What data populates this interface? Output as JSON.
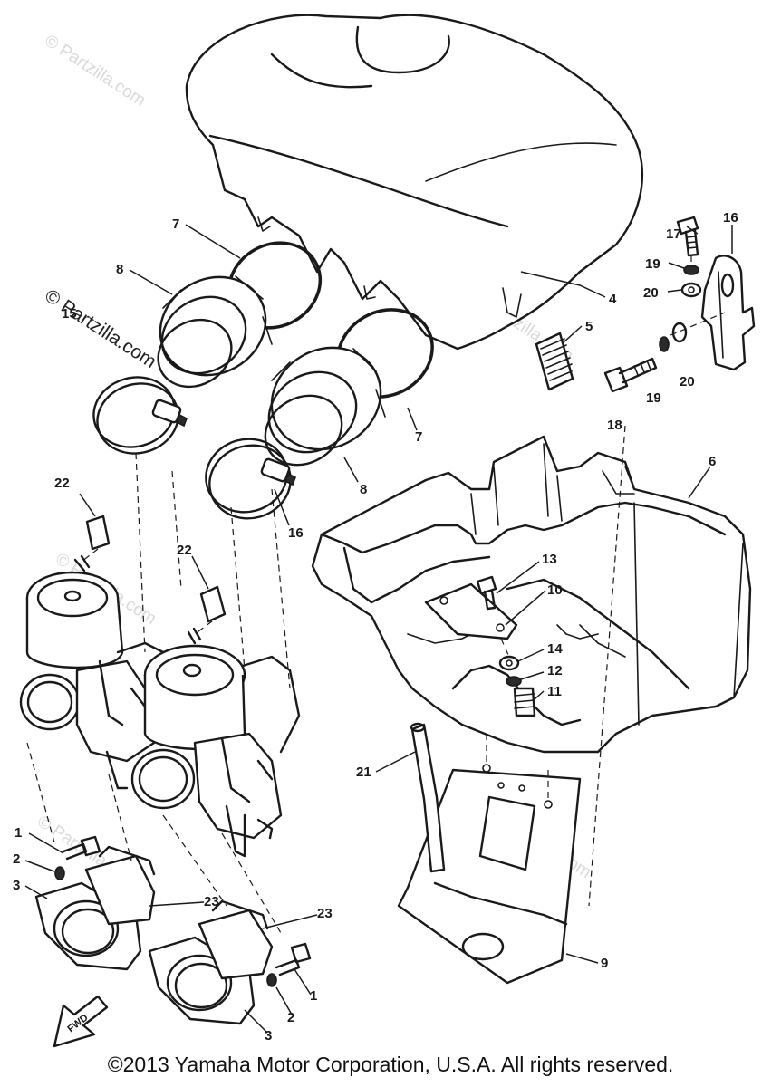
{
  "copyright": "©2013 Yamaha Motor Corporation, U.S.A. All rights reserved.",
  "watermark": "© Partzilla.com",
  "fwd_label": "FWD",
  "callouts": [
    "1",
    "1",
    "2",
    "2",
    "3",
    "3",
    "4",
    "5",
    "6",
    "7",
    "7",
    "8",
    "8",
    "9",
    "10",
    "11",
    "12",
    "13",
    "14",
    "15",
    "16",
    "16",
    "17",
    "18",
    "19",
    "19",
    "20",
    "20",
    "21",
    "22",
    "22",
    "23",
    "23"
  ]
}
